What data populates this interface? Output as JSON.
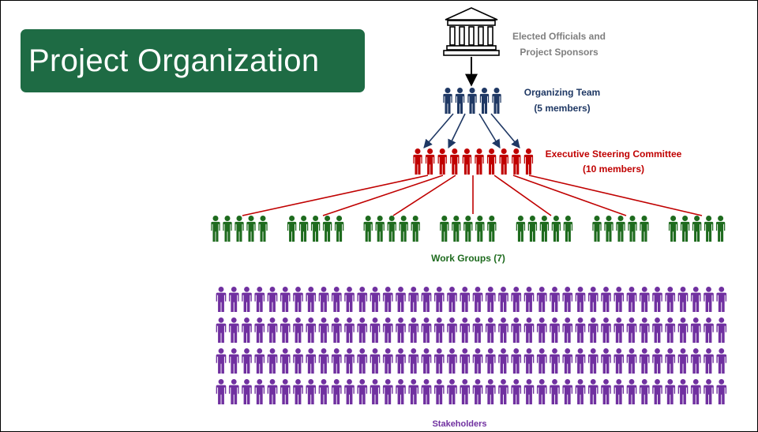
{
  "title": "Project Organization",
  "levels": {
    "sponsors": {
      "line1": "Elected Officials and",
      "line2": "Project Sponsors",
      "icon": "government-building-icon",
      "color": "#7f7f7f"
    },
    "organizing_team": {
      "line1": "Organizing Team",
      "line2": "(5 members)",
      "members": 5,
      "color": "#1f3864"
    },
    "steering_committee": {
      "line1": "Executive Steering Committee",
      "line2": "(10 members)",
      "members": 10,
      "color": "#c00000"
    },
    "work_groups": {
      "label": "Work Groups (7)",
      "groups": 7,
      "members_per_group": 5,
      "color": "#1e6b1e"
    },
    "stakeholders": {
      "label": "Stakeholders",
      "rows": 4,
      "per_row": 40,
      "color": "#7030a0"
    }
  },
  "colors": {
    "title_bg": "#1e6b44",
    "title_text": "#ffffff"
  }
}
